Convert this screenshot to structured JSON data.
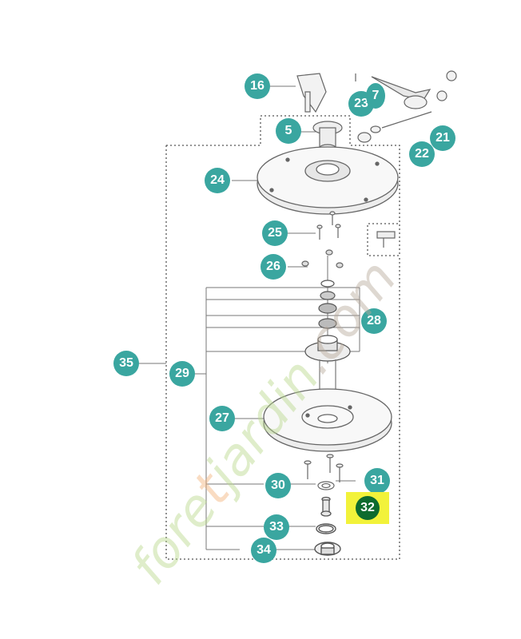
{
  "callouts": [
    "16",
    "5",
    "23",
    "7",
    "22",
    "21",
    "24",
    "25",
    "26",
    "28",
    "35",
    "29",
    "27",
    "30",
    "31",
    "32",
    "33",
    "34"
  ],
  "highlighted_callout": "32",
  "watermark": {
    "part1": "fore",
    "part2": "t",
    "part3": "jardin",
    "part4": ".com"
  },
  "colors": {
    "callout": "#3aa6a0",
    "highlight_bg": "#f2f23a",
    "highlight_circle": "#0d6b2e",
    "line": "#555555",
    "wm_green": "#b9d98c",
    "wm_orange": "#f3b27a",
    "wm_grey": "#b8a99a"
  }
}
